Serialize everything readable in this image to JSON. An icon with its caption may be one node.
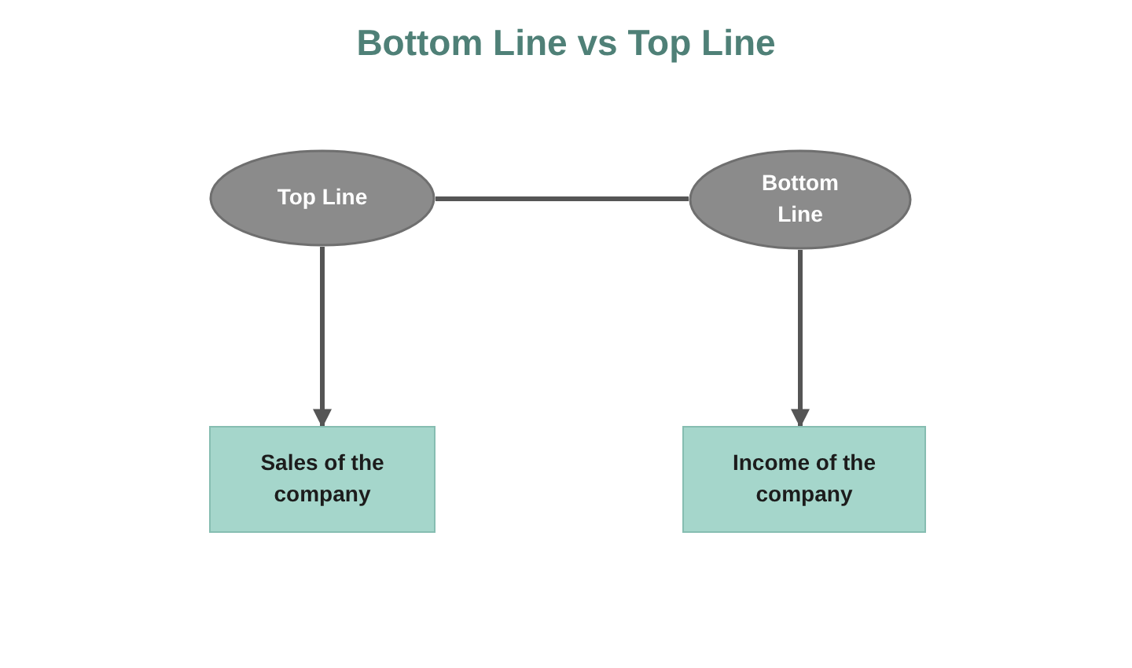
{
  "diagram": {
    "title": "Bottom Line vs Top Line",
    "nodes": [
      {
        "text": [
          "Top Line"
        ]
      },
      {
        "text": [
          "Bottom Line"
        ]
      },
      {
        "text": [
          "Sales of the company"
        ]
      },
      {
        "text": [
          "Income of the company"
        ]
      }
    ],
    "edges": [
      {
        "from": 0,
        "to": 1,
        "arrow": "none"
      },
      {
        "from": 0,
        "to": 2,
        "arrow": "to"
      },
      {
        "from": 1,
        "to": 3,
        "arrow": "to"
      }
    ]
  }
}
